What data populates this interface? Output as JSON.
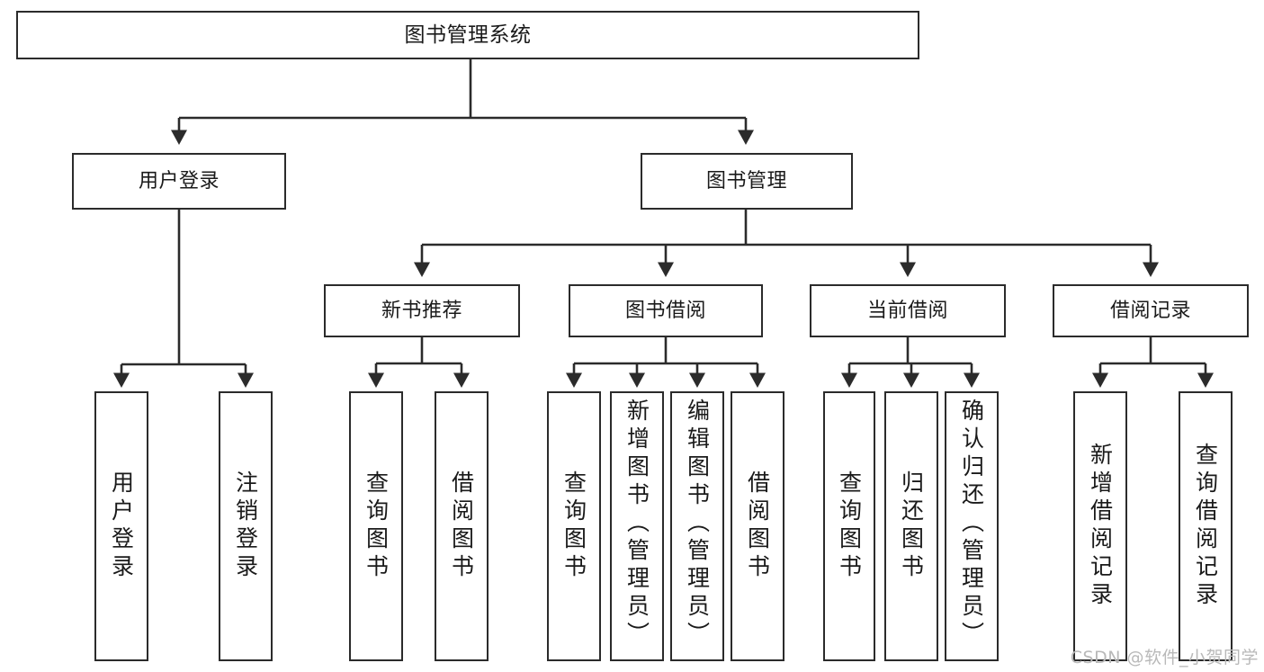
{
  "diagram": {
    "title": "图书管理系统",
    "type": "tree",
    "watermark": "CSDN @软件_小贺同学",
    "colors": {
      "box_border": "#2b2b2b",
      "box_fill": "#ffffff",
      "edge": "#2b2b2b",
      "text": "#1a1a1a",
      "watermark": "#b9b9b9"
    },
    "nodes": {
      "root": {
        "label": "图书管理系统",
        "level": 0
      },
      "l1": [
        {
          "id": "user_login",
          "label": "用户登录",
          "level": 1
        },
        {
          "id": "book_manage",
          "label": "图书管理",
          "level": 1
        }
      ],
      "l2": [
        {
          "id": "new_book_rec",
          "label": "新书推荐",
          "level": 2,
          "parent": "book_manage"
        },
        {
          "id": "book_borrow",
          "label": "图书借阅",
          "level": 2,
          "parent": "book_manage"
        },
        {
          "id": "current_borrow",
          "label": "当前借阅",
          "level": 2,
          "parent": "book_manage"
        },
        {
          "id": "borrow_record",
          "label": "借阅记录",
          "level": 2,
          "parent": "book_manage"
        }
      ],
      "leaves": [
        {
          "id": "leaf_user_login",
          "label": "用户登录",
          "parent": "user_login"
        },
        {
          "id": "leaf_user_logout",
          "label": "注销登录",
          "parent": "user_login"
        },
        {
          "id": "leaf_query_book_1",
          "label": "查询图书",
          "parent": "new_book_rec"
        },
        {
          "id": "leaf_borrow_book_1",
          "label": "借阅图书",
          "parent": "new_book_rec"
        },
        {
          "id": "leaf_query_book_2",
          "label": "查询图书",
          "parent": "book_borrow"
        },
        {
          "id": "leaf_add_book",
          "label": "新增图书（管理员）",
          "parent": "book_borrow"
        },
        {
          "id": "leaf_edit_book",
          "label": "编辑图书（管理员）",
          "parent": "book_borrow"
        },
        {
          "id": "leaf_borrow_book_2",
          "label": "借阅图书",
          "parent": "book_borrow"
        },
        {
          "id": "leaf_query_book_3",
          "label": "查询图书",
          "parent": "current_borrow"
        },
        {
          "id": "leaf_return_book",
          "label": "归还图书",
          "parent": "current_borrow"
        },
        {
          "id": "leaf_confirm_return",
          "label": "确认归还（管理员）",
          "parent": "current_borrow"
        },
        {
          "id": "leaf_add_record",
          "label": "新增借阅记录",
          "parent": "borrow_record"
        },
        {
          "id": "leaf_query_record",
          "label": "查询借阅记录",
          "parent": "borrow_record"
        }
      ]
    }
  }
}
